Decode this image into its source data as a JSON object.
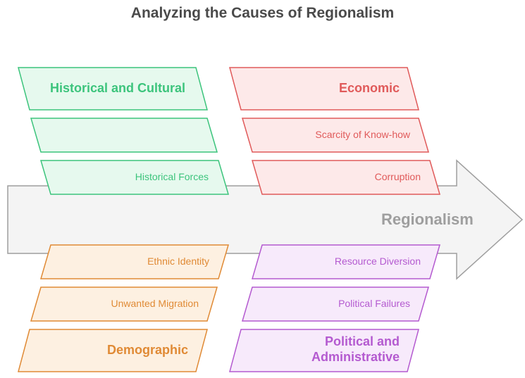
{
  "title": "Analyzing the Causes of Regionalism",
  "effect": "Regionalism",
  "categories": {
    "historical_cultural": {
      "header": "Historical and Cultural",
      "causes": [
        "",
        "Historical Forces"
      ],
      "color": "#3cc47c",
      "fill": "#e6f9ee"
    },
    "economic": {
      "header": "Economic",
      "causes": [
        "Scarcity of Know-how",
        "Corruption"
      ],
      "color": "#e05a5a",
      "fill": "#fde9e9"
    },
    "demographic": {
      "header": "Demographic",
      "causes": [
        "Ethnic Identity",
        "Unwanted Migration"
      ],
      "color": "#e08a35",
      "fill": "#fdf0e1"
    },
    "political_administrative": {
      "header_lines": [
        "Political and",
        "Administrative"
      ],
      "causes": [
        "Resource Diversion",
        "Political Failures"
      ],
      "color": "#b45ad0",
      "fill": "#f7eafb"
    }
  },
  "arrow_color": "#9e9e9e",
  "arrow_fill": "#f4f4f4"
}
